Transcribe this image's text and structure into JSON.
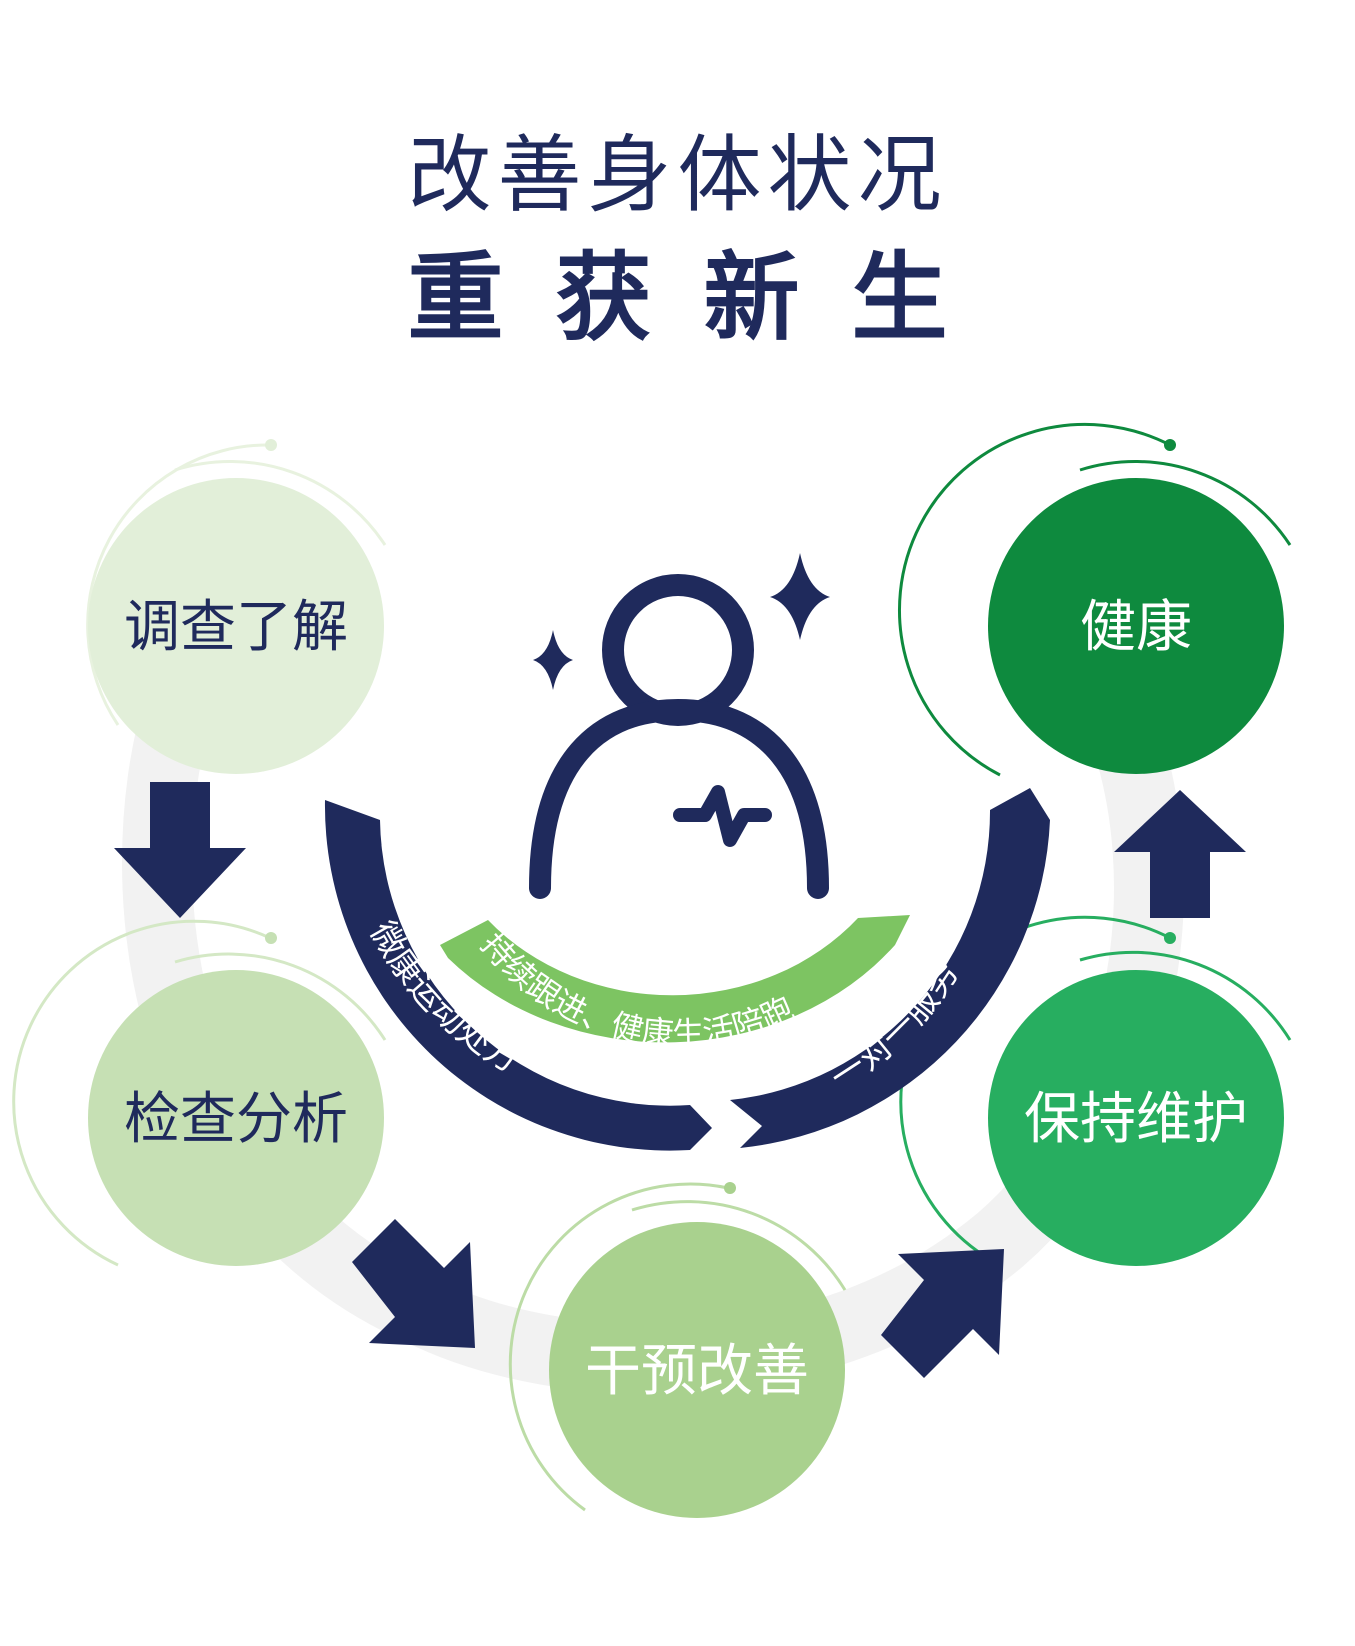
{
  "title": {
    "line1": "改善身体状况",
    "line2": "重获新生"
  },
  "steps": [
    {
      "label": "调查了解",
      "fill": "#e2efd9",
      "text_color": "#1f2a5c",
      "ring_color": "#cfe5c0"
    },
    {
      "label": "检查分析",
      "fill": "#c6e0b4",
      "text_color": "#1f2a5c",
      "ring_color": "#b5d79e"
    },
    {
      "label": "干预改善",
      "fill": "#a9d18e",
      "text_color": "#ffffff",
      "ring_color": "#a9d18e"
    },
    {
      "label": "保持维护",
      "fill": "#27ae60",
      "text_color": "#ffffff",
      "ring_color": "#27ae60"
    },
    {
      "label": "健康",
      "fill": "#0e8a3e",
      "text_color": "#ffffff",
      "ring_color": "#0e8a3e"
    }
  ],
  "arc_labels": {
    "left": "微康运动处方",
    "right": "一对一服务",
    "inner": "持续跟进、健康生活陪跑"
  },
  "colors": {
    "navy": "#1f2a5c",
    "light_green": "#7dc462",
    "track_gray": "#f2f2f2"
  },
  "icons": [
    "person-icon",
    "sparkle-icon",
    "heartbeat-icon",
    "arrow-icon"
  ]
}
